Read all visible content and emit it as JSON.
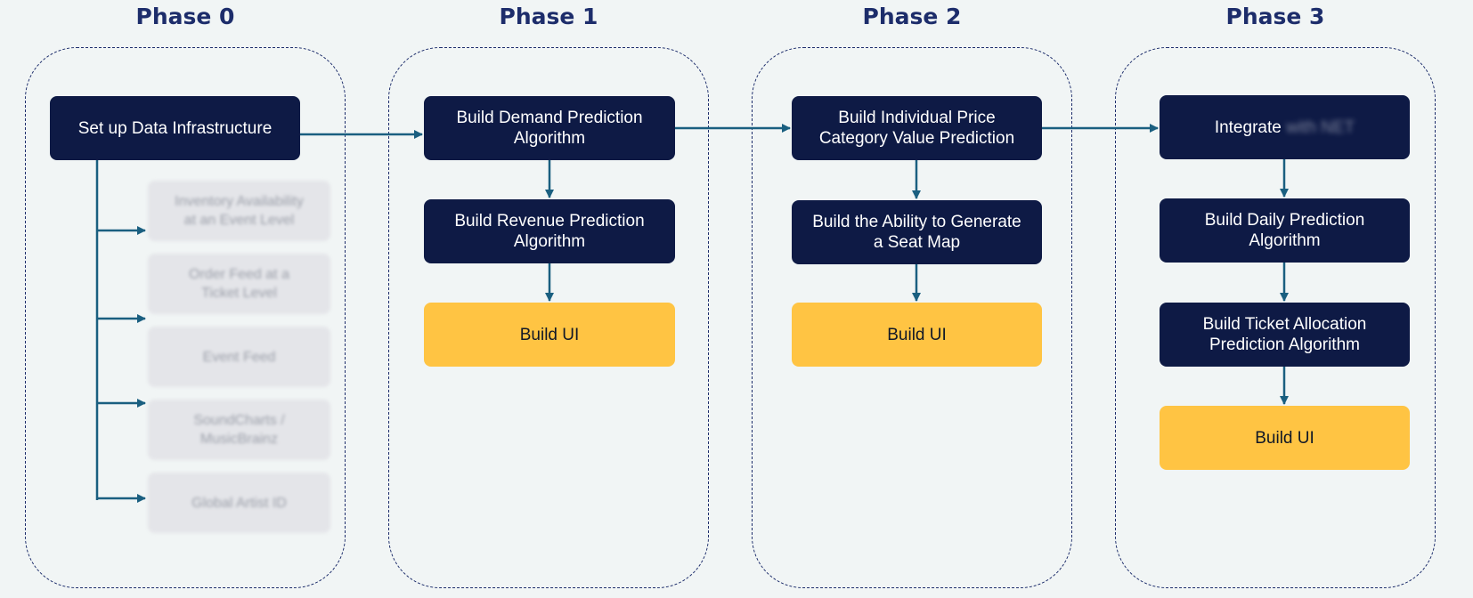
{
  "colors": {
    "background": "#f1f5f5",
    "title": "#1d2d6b",
    "dark_node": "#0e1a45",
    "ui_node": "#ffc443",
    "placeholder_node": "#e4e5e9",
    "connector": "#1a5f80"
  },
  "phases": [
    {
      "title": "Phase 0",
      "main": "Set up Data Infrastructure",
      "data_sources": [
        "Inventory Availability\nat an Event Level",
        "Order Feed at a\nTicket Level",
        "Event Feed",
        "SoundCharts /\nMusicBrainz",
        "Global Artist ID"
      ]
    },
    {
      "title": "Phase 1",
      "steps": [
        "Build Demand Prediction\nAlgorithm",
        "Build Revenue Prediction\nAlgorithm",
        "Build UI"
      ]
    },
    {
      "title": "Phase 2",
      "steps": [
        "Build Individual Price\nCategory Value Prediction",
        "Build the Ability to Generate\na Seat Map",
        "Build UI"
      ]
    },
    {
      "title": "Phase 3",
      "integrate_label": "Integrate",
      "integrate_redacted": "with NET",
      "steps": [
        "Build Daily Prediction\nAlgorithm",
        "Build Ticket Allocation\nPrediction Algorithm",
        "Build UI"
      ]
    }
  ]
}
